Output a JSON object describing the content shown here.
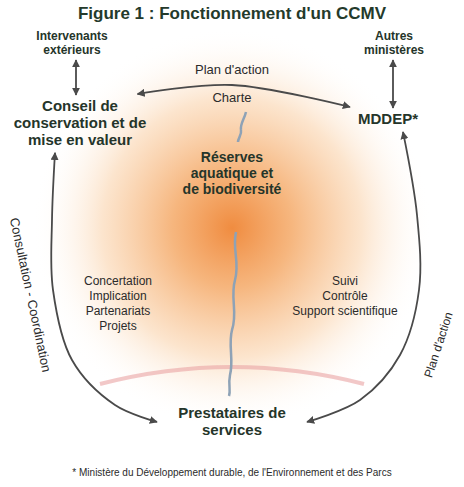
{
  "diagram": {
    "title": "Figure 1 : Fonctionnement d'un CCMV",
    "nodes": [
      {
        "text": [
          "Intervenants extérieurs"
        ]
      },
      {
        "text": [
          "Autres ministères"
        ]
      },
      {
        "text": [
          "Conseil de conservation et de mise en valeur"
        ]
      },
      {
        "text": [
          "MDDEP*"
        ]
      },
      {
        "text": [
          "Réserves aquatique et de biodiversité"
        ]
      },
      {
        "text": [
          "Prestataires de services"
        ]
      }
    ],
    "edges": [
      {
        "from": 0,
        "to": 2,
        "arrow": "both"
      },
      {
        "from": 1,
        "to": 3,
        "arrow": "both"
      },
      {
        "from": 2,
        "to": 3,
        "label": "Plan d'action",
        "arrow": "both"
      },
      {
        "from": 3,
        "to": 5,
        "label": "Plan d'action",
        "arrow": "both"
      },
      {
        "from": 2,
        "to": 5,
        "label": "Consultation - Coordination",
        "arrow": "both"
      }
    ],
    "labels": [
      "Charte",
      "Concertation",
      "Implication",
      "Partenariats",
      "Projets",
      "Suivi",
      "Contrôle",
      "Support scientifique",
      "* Ministère du Développement durable, de l'Environnement et des Parcs"
    ]
  }
}
